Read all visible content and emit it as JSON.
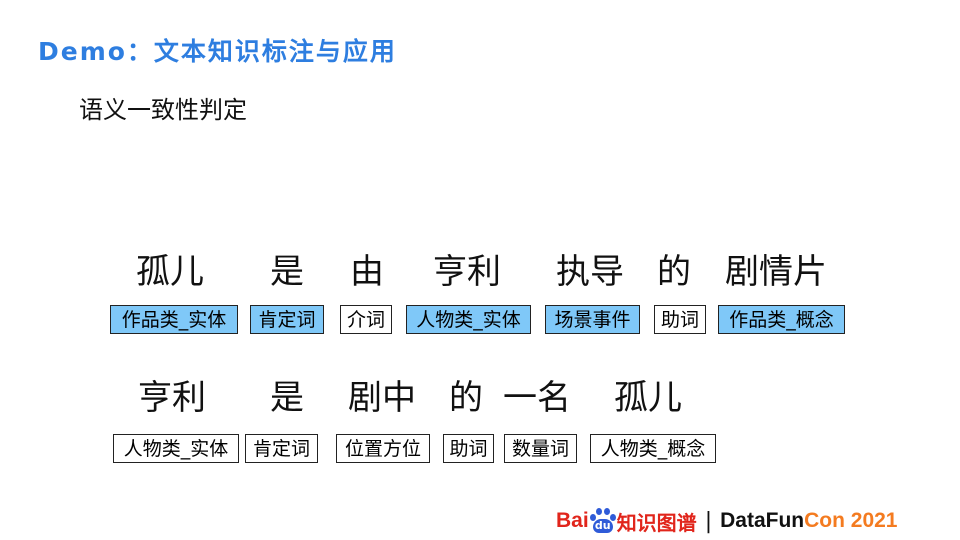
{
  "header": {
    "title": "Demo：文本知识标注与应用",
    "subtitle": "语义一致性判定"
  },
  "colors": {
    "title": "#2e7ee0",
    "tag_highlight": "#7fc8f8",
    "tag_plain": "#ffffff",
    "baidu_red": "#e1251b",
    "baidu_blue": "#2f5bd8",
    "conference_orange": "#f47b20"
  },
  "sentence1": {
    "words": [
      "孤儿",
      "是",
      "由",
      "亨利",
      "执导",
      "的",
      "剧情片"
    ],
    "tags": [
      {
        "label": "作品类_实体",
        "highlight": true
      },
      {
        "label": "肯定词",
        "highlight": true
      },
      {
        "label": "介词",
        "highlight": false
      },
      {
        "label": "人物类_实体",
        "highlight": true
      },
      {
        "label": "场景事件",
        "highlight": true
      },
      {
        "label": "助词",
        "highlight": false
      },
      {
        "label": "作品类_概念",
        "highlight": true
      }
    ]
  },
  "sentence2": {
    "words": [
      "亨利",
      "是",
      "剧中",
      "的",
      "一名",
      "孤儿"
    ],
    "tags": [
      {
        "label": "人物类_实体",
        "highlight": false
      },
      {
        "label": "肯定词",
        "highlight": false
      },
      {
        "label": "位置方位",
        "highlight": false
      },
      {
        "label": "助词",
        "highlight": false
      },
      {
        "label": "数量词",
        "highlight": false
      },
      {
        "label": "人物类_概念",
        "highlight": false
      }
    ]
  },
  "footer": {
    "baidu_text": "Bai",
    "baidu_icon_text": "du",
    "kg_text": "知识图谱",
    "separator": "|",
    "conference_a": "DataFun",
    "conference_b": "Con 2021"
  }
}
